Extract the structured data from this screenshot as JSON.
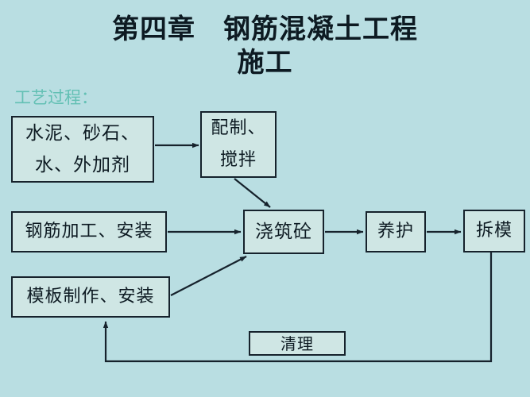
{
  "slide": {
    "background_color": "#b9dee2",
    "box_fill_color": "#cfe6e4",
    "line_color": "#16222c",
    "title_color": "#0d1a22",
    "accent_label_color": "#63c0b4",
    "title": "第四章　钢筋混凝土工程\n施工",
    "process_label": "工艺过程："
  },
  "diagram": {
    "type": "flowchart",
    "nodes": [
      {
        "id": "materials",
        "label": "水泥、砂石、\n水、外加剂"
      },
      {
        "id": "mix",
        "label": "配制、\n搅拌"
      },
      {
        "id": "rebar",
        "label": "钢筋加工、安装"
      },
      {
        "id": "formwork",
        "label": "模板制作、安装"
      },
      {
        "id": "pour",
        "label": "浇筑砼"
      },
      {
        "id": "cure",
        "label": "养护"
      },
      {
        "id": "strip",
        "label": "拆模"
      },
      {
        "id": "clean",
        "label": "清理"
      }
    ],
    "edges": [
      {
        "from": "materials",
        "to": "mix",
        "style": "straight-horizontal"
      },
      {
        "from": "mix",
        "to": "pour",
        "style": "diagonal-down-right"
      },
      {
        "from": "rebar",
        "to": "pour",
        "style": "straight-horizontal"
      },
      {
        "from": "formwork",
        "to": "pour",
        "style": "diagonal-up-right"
      },
      {
        "from": "pour",
        "to": "cure",
        "style": "straight-horizontal"
      },
      {
        "from": "cure",
        "to": "strip",
        "style": "straight-horizontal"
      },
      {
        "from": "strip",
        "to": "formwork",
        "style": "feedback-loop-bottom"
      }
    ]
  }
}
